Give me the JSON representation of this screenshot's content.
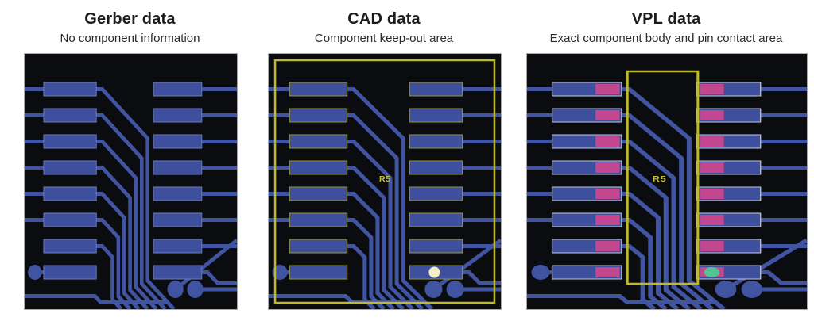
{
  "panels": [
    {
      "id": "gerber",
      "title": "Gerber data",
      "subtitle": "No component information",
      "refdes": "",
      "overlay": {
        "keepout_rect": false,
        "body_rect": false,
        "pin_contacts": false,
        "pin1": null
      },
      "pad_outline": "#6f7cba"
    },
    {
      "id": "cad",
      "title": "CAD data",
      "subtitle": "Component keep-out area",
      "refdes": "R5",
      "overlay": {
        "keepout_rect": true,
        "body_rect": false,
        "pin_contacts": false,
        "pin1": "white-dot"
      },
      "pad_outline": "#9b9a33"
    },
    {
      "id": "vpl",
      "title": "VPL data",
      "subtitle": "Exact component body and pin contact area",
      "refdes": "R5",
      "overlay": {
        "keepout_rect": false,
        "body_rect": true,
        "pin_contacts": true,
        "pin1": "green-dot"
      },
      "pad_outline": "#c6cadd"
    }
  ],
  "pcb": {
    "pads_per_column": 8,
    "columns": 2,
    "colors": {
      "background": "#0b0c10",
      "copper_blue": "#4054a2",
      "pad_blue": "#3e4f9e",
      "keepout_yellow": "#bdba28",
      "pin_contact_pink": "#c2478f",
      "pin1_white": "#f5efc4",
      "pin1_green": "#55c492",
      "refdes_yellow": "#c4c12e",
      "panel_border": "#a9a9a9"
    }
  }
}
